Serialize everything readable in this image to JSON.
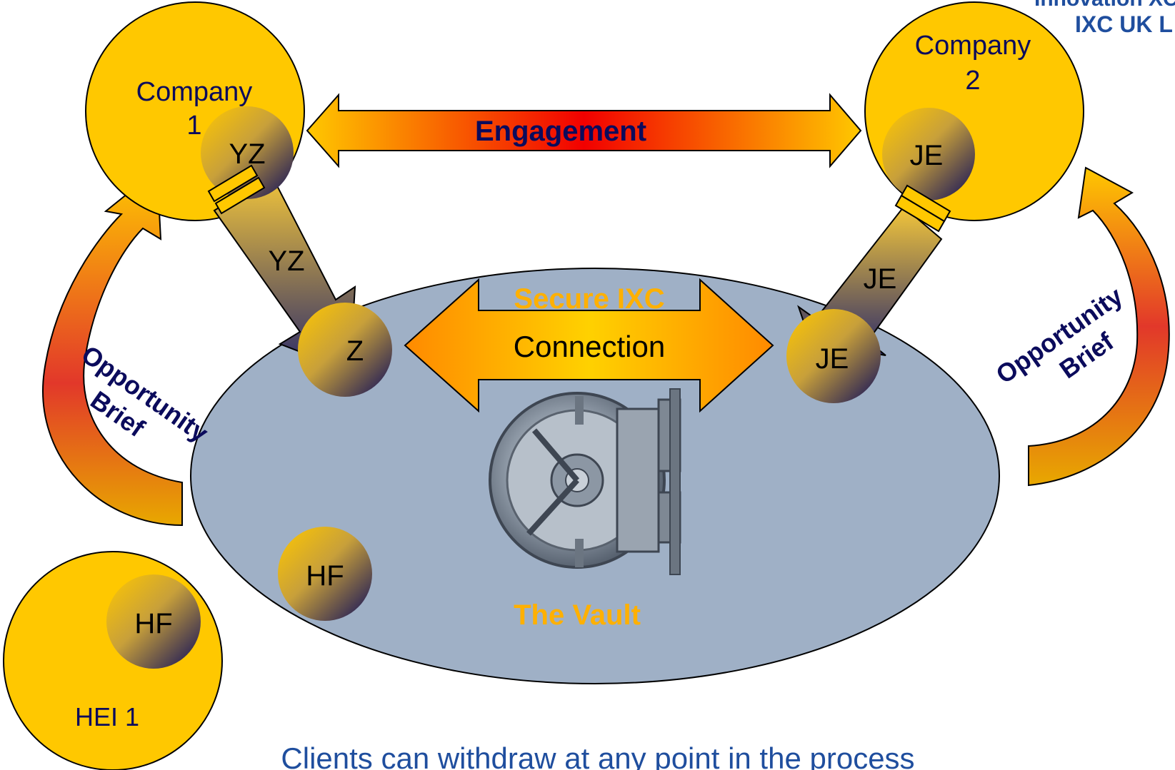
{
  "logo": {
    "line1": "Innovation XC",
    "line2": "IXC UK L"
  },
  "company1": {
    "name_line1": "Company",
    "name_line2": "1",
    "token": "YZ"
  },
  "company2": {
    "name_line1": "Company",
    "name_line2": "2",
    "token": "JE"
  },
  "hei1": {
    "name": "HEI 1",
    "token": "HF"
  },
  "engagement": {
    "label": "Engagement"
  },
  "arrows": {
    "left_token": "YZ",
    "right_token": "JE"
  },
  "vault": {
    "secure_label": "Secure IXC",
    "connection_label": "Connection",
    "title": "The Vault",
    "token_left": "Z",
    "token_right": "JE",
    "token_hf": "HF"
  },
  "brief_left": {
    "line1": "Opportunity",
    "line2": "Brief"
  },
  "brief_right": {
    "line1": "Opportunity",
    "line2": "Brief"
  },
  "footer": {
    "text": "Clients can withdraw at any point in the process"
  },
  "colors": {
    "gold": "#FFC800",
    "navy": "#0B0B5C",
    "vault_fill": "#9FB0C6",
    "orange_label": "#FFA300",
    "logo_blue": "#1F4E9E"
  }
}
